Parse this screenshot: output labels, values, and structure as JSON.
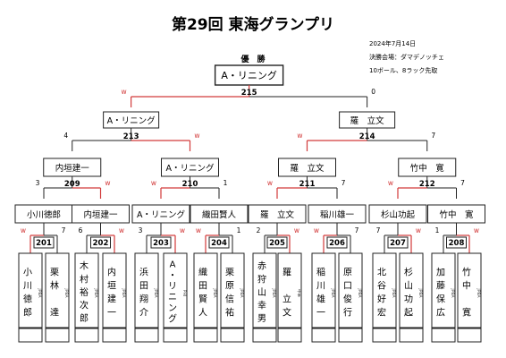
{
  "header": {
    "title": "第29回 東海グランプリ",
    "date": "2024年7月14日",
    "venue": "決勝会場：ダマデノッチェ",
    "rule": "10ボール、8ラック先取"
  },
  "final": {
    "winner_label": "優　勝",
    "champion": "A・リニング",
    "match_no": "215",
    "left_score": "",
    "right_score": "0",
    "left_mark": "w",
    "right_mark": ""
  },
  "semis": [
    {
      "name": "A・リニング",
      "match_no": "213",
      "left_score": "4",
      "right_score": "",
      "left_mark": "",
      "right_mark": "w"
    },
    {
      "name": "羅　立文",
      "match_no": "214",
      "left_score": "",
      "right_score": "7",
      "left_mark": "w",
      "right_mark": ""
    }
  ],
  "quarters": [
    {
      "name": "内垣建一",
      "match_no": "209",
      "left_score": "3",
      "right_score": "",
      "left_mark": "",
      "right_mark": "w"
    },
    {
      "name": "A・リニング",
      "match_no": "210",
      "left_score": "",
      "right_score": "1",
      "left_mark": "w",
      "right_mark": ""
    },
    {
      "name": "羅　立文",
      "match_no": "211",
      "left_score": "",
      "right_score": "7",
      "left_mark": "w",
      "right_mark": ""
    },
    {
      "name": "竹中　寛",
      "match_no": "212",
      "left_score": "",
      "right_score": "7",
      "left_mark": "w",
      "right_mark": ""
    }
  ],
  "round2": [
    {
      "name": "小川徳郎",
      "match_no": "201",
      "left_score": "",
      "right_score": "7",
      "left_mark": "w",
      "right_mark": ""
    },
    {
      "name": "内垣建一",
      "match_no": "202",
      "left_score": "6",
      "right_score": "",
      "left_mark": "",
      "right_mark": "w"
    },
    {
      "name": "A・リニング",
      "match_no": "203",
      "left_score": "3",
      "right_score": "",
      "left_mark": "",
      "right_mark": "w"
    },
    {
      "name": "織田賢人",
      "match_no": "204",
      "left_score": "",
      "right_score": "1",
      "left_mark": "w",
      "right_mark": ""
    },
    {
      "name": "羅　立文",
      "match_no": "205",
      "left_score": "2",
      "right_score": "",
      "left_mark": "",
      "right_mark": "w"
    },
    {
      "name": "稲川雄一",
      "match_no": "206",
      "left_score": "",
      "right_score": "7",
      "left_mark": "w",
      "right_mark": ""
    },
    {
      "name": "杉山功起",
      "match_no": "207",
      "left_score": "7",
      "right_score": "",
      "left_mark": "",
      "right_mark": "w"
    },
    {
      "name": "竹中　寛",
      "match_no": "208",
      "left_score": "1",
      "right_score": "",
      "left_mark": "",
      "right_mark": "w"
    }
  ],
  "players": [
    {
      "chars": "小川徳郎",
      "aff": "JPBA"
    },
    {
      "chars": "栗林　達",
      "aff": "JPBA"
    },
    {
      "chars": "木村裕次郎",
      "aff": "JPBA"
    },
    {
      "chars": "内垣建一",
      "aff": "JPBA"
    },
    {
      "chars": "浜田翔介",
      "aff": "JPBA"
    },
    {
      "chars": "A・リニング",
      "aff": "PHI"
    },
    {
      "chars": "織田賢人",
      "aff": "JPBA"
    },
    {
      "chars": "栗原信祐",
      "aff": "JPBA"
    },
    {
      "chars": "赤狩山幸男",
      "aff": "JPBA"
    },
    {
      "chars": "羅　立文",
      "aff": "中華"
    },
    {
      "chars": "稲川雄一",
      "aff": "JPBA"
    },
    {
      "chars": "原口俊行",
      "aff": "JPBA"
    },
    {
      "chars": "北谷好宏",
      "aff": "JPBA"
    },
    {
      "chars": "杉山功起",
      "aff": "JPBA"
    },
    {
      "chars": "加藤保広",
      "aff": "JPBA"
    },
    {
      "chars": "竹中　寛",
      "aff": "JPBA"
    }
  ]
}
